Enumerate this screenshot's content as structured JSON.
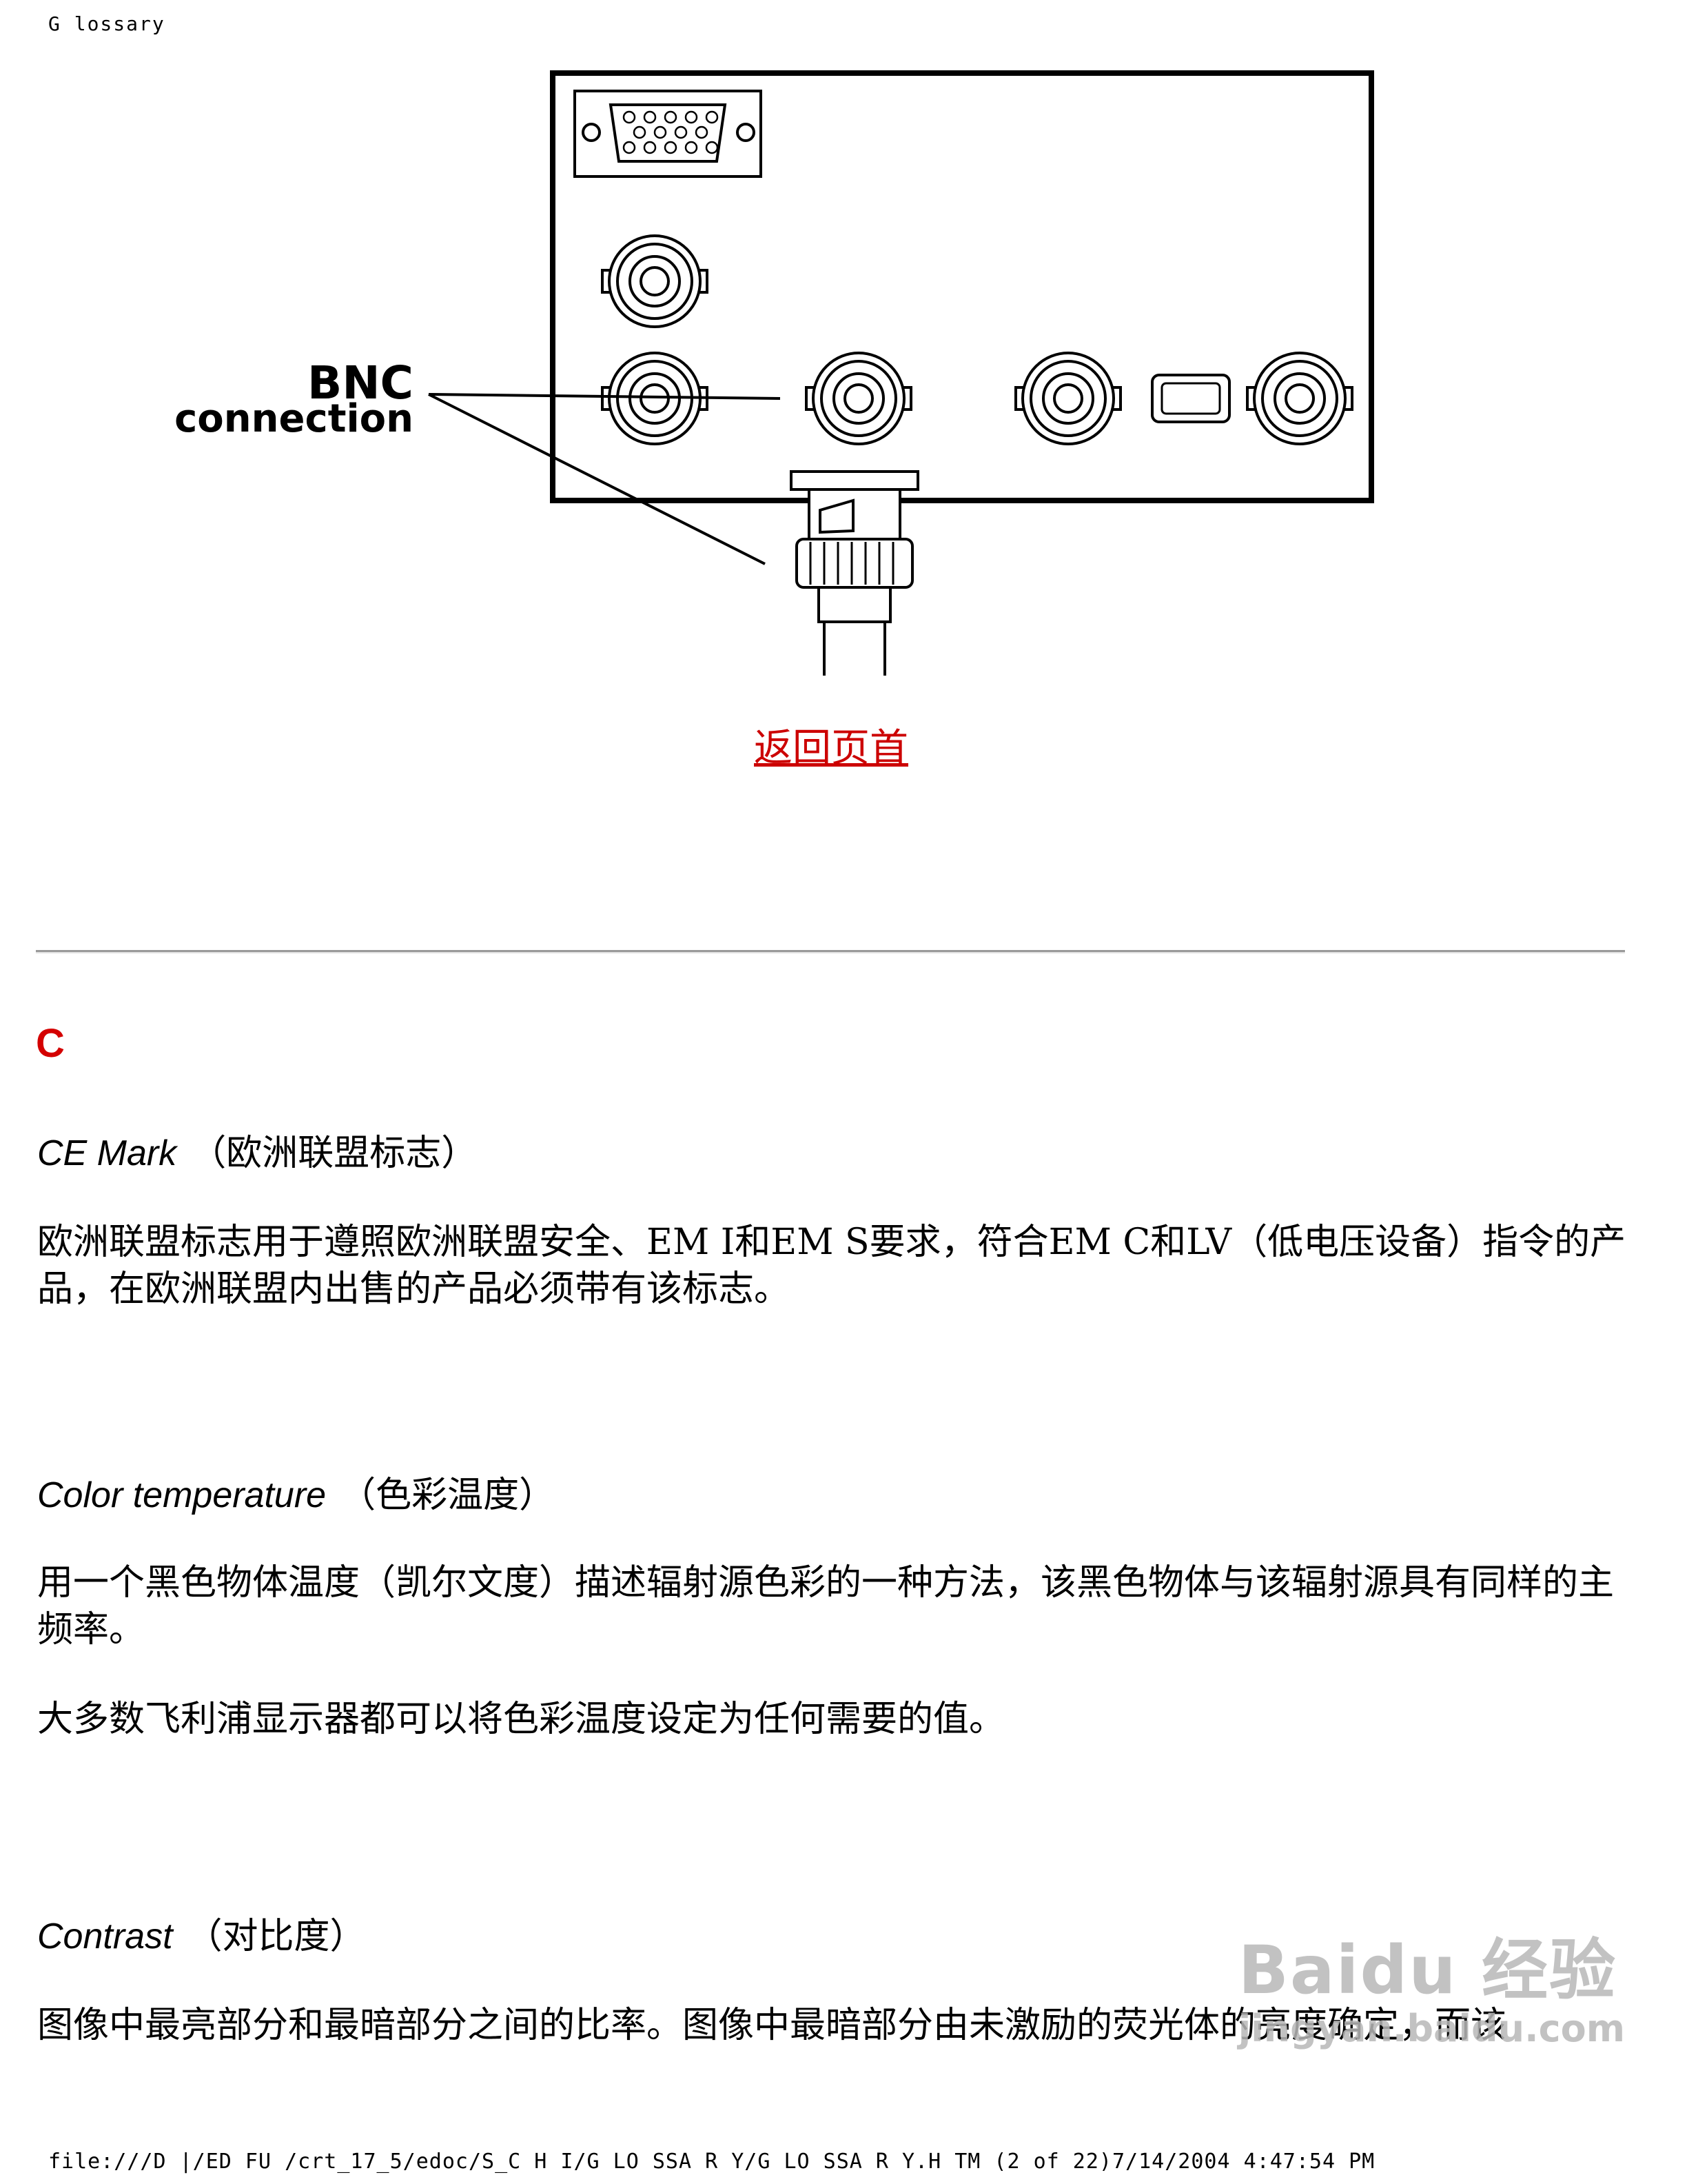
{
  "header": {
    "title": "G lossary"
  },
  "figure": {
    "label_line1": "BNC",
    "label_line2": "connection"
  },
  "back_to_top": "返回页首",
  "section": {
    "letter": "C"
  },
  "entries": [
    {
      "term_en": "CE Mark",
      "term_zh": "（欧洲联盟标志）",
      "paragraphs": [
        "欧洲联盟标志用于遵照欧洲联盟安全、EM I和EM S要求，符合EM C和LV（低电压设备）指令的产品，在欧洲联盟内出售的产品必须带有该标志。"
      ]
    },
    {
      "term_en": "Color temperature",
      "term_zh": "（色彩温度）",
      "paragraphs": [
        "用一个黑色物体温度（凯尔文度）描述辐射源色彩的一种方法，该黑色物体与该辐射源具有同样的主频率。",
        "大多数飞利浦显示器都可以将色彩温度设定为任何需要的值。"
      ]
    },
    {
      "term_en": "Contrast",
      "term_zh": "（对比度）",
      "paragraphs": [
        "图像中最亮部分和最暗部分之间的比率。图像中最暗部分由未激励的荧光体的亮度确定，而该"
      ]
    }
  ],
  "footer": {
    "text": "file:///D |/ED FU /crt_17_5/edoc/S_C H I/G LO SSA R Y/G LO SSA R Y.H TM  (2 of 22)7/14/2004 4:47:54 PM"
  },
  "watermark": {
    "main": "Baidu 经验",
    "sub": "jingyan.baidu.com"
  },
  "colors": {
    "link": "#cc0000",
    "section_letter": "#d40000",
    "rule": "#9a9a9a"
  }
}
